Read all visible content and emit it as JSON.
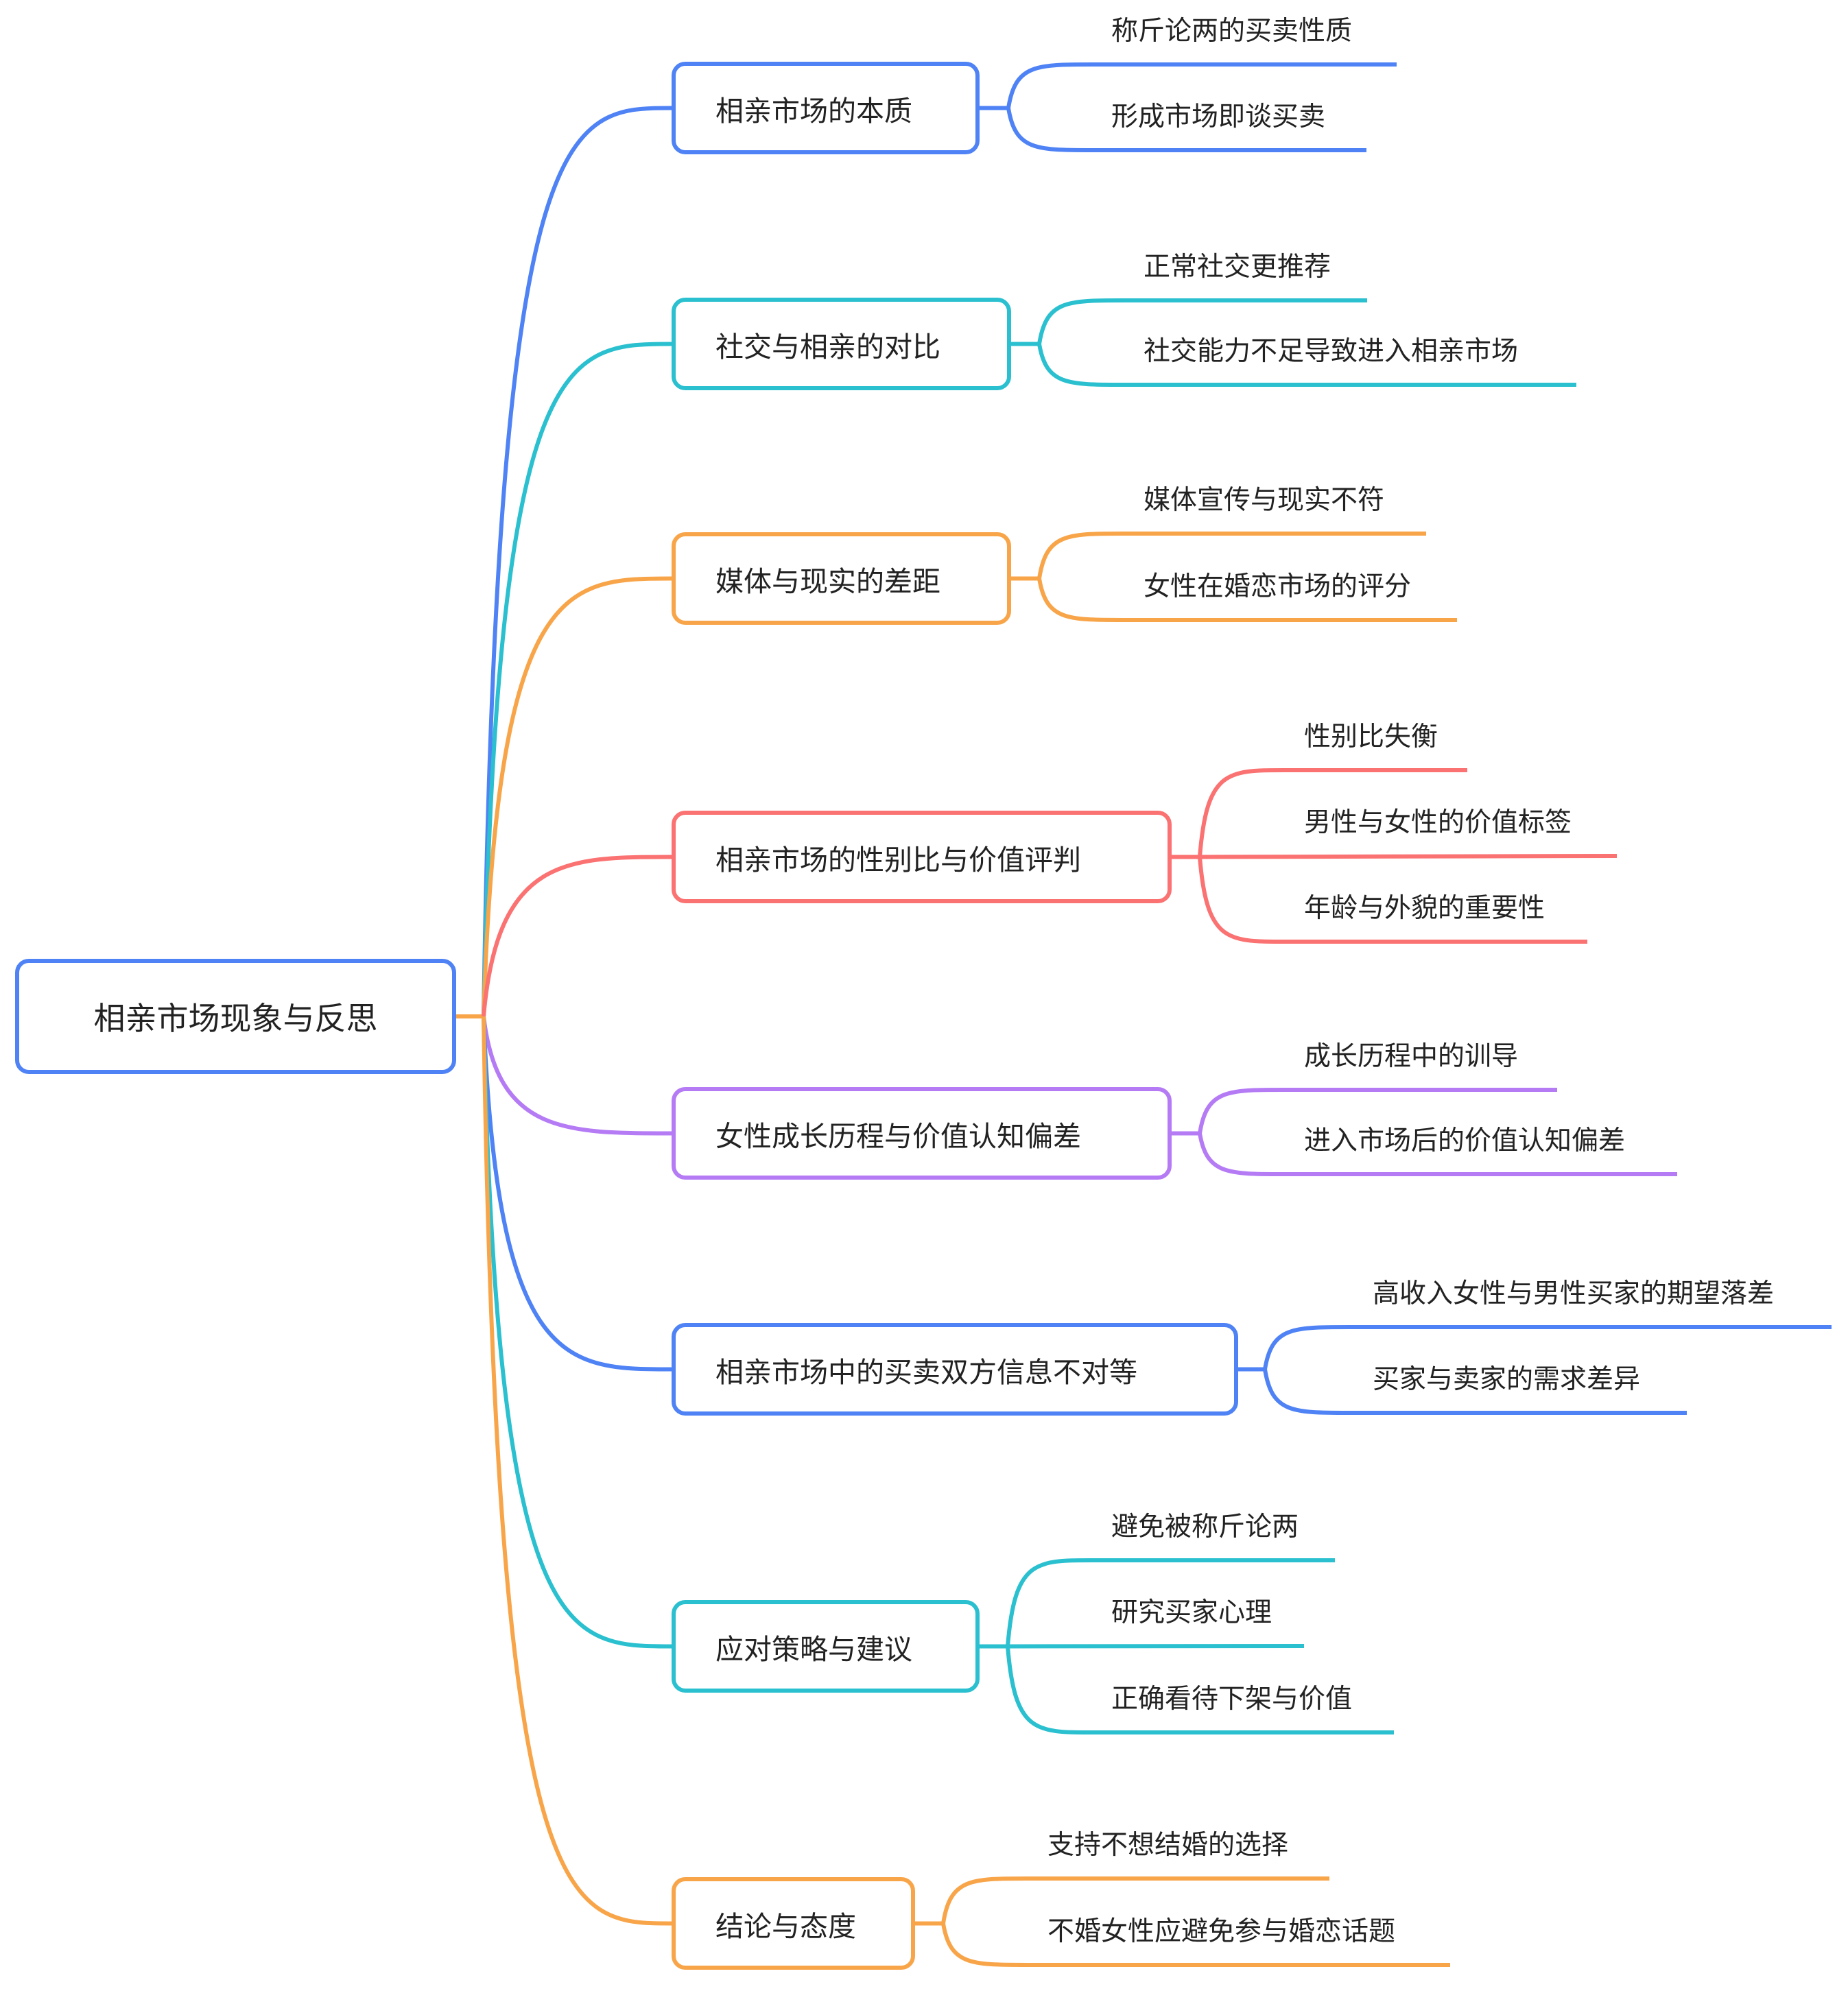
{
  "mindmap": {
    "root": {
      "label": "相亲市场现象与反思",
      "color": "#4f83f5"
    },
    "branches": [
      {
        "label": "相亲市场的本质",
        "color": "#4f83f5",
        "children": [
          "称斤论两的买卖性质",
          "形成市场即谈买卖"
        ]
      },
      {
        "label": "社交与相亲的对比",
        "color": "#2bc0cf",
        "children": [
          "正常社交更推荐",
          "社交能力不足导致进入相亲市场"
        ]
      },
      {
        "label": "媒体与现实的差距",
        "color": "#f8a54a",
        "children": [
          "媒体宣传与现实不符",
          "女性在婚恋市场的评分"
        ]
      },
      {
        "label": "相亲市场的性别比与价值评判",
        "color": "#fb7272",
        "children": [
          "性别比失衡",
          "男性与女性的价值标签",
          "年龄与外貌的重要性"
        ]
      },
      {
        "label": "女性成长历程与价值认知偏差",
        "color": "#b57bf5",
        "children": [
          "成长历程中的训导",
          "进入市场后的价值认知偏差"
        ]
      },
      {
        "label": "相亲市场中的买卖双方信息不对等",
        "color": "#4f83f5",
        "children": [
          "高收入女性与男性买家的期望落差",
          "买家与卖家的需求差异"
        ]
      },
      {
        "label": "应对策略与建议",
        "color": "#2bc0cf",
        "children": [
          "避免被称斤论两",
          "研究买家心理",
          "正确看待下架与价值"
        ]
      },
      {
        "label": "结论与态度",
        "color": "#f8a54a",
        "children": [
          "支持不想结婚的选择",
          "不婚女性应避免参与婚恋话题"
        ]
      }
    ]
  }
}
